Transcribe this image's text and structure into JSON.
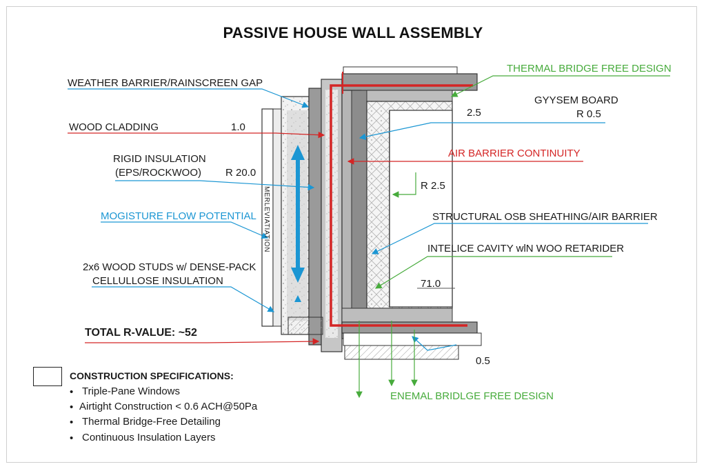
{
  "title": "PASSIVE HOUSE WALL ASSEMBLY",
  "labels": {
    "weather_barrier": "WEATHER BARRIER/RAINSCREEN GAP",
    "wood_cladding": "WOOD CLADDING",
    "wood_cladding_value": "1.0",
    "rigid_insulation_line1": "RIGID INSULATION",
    "rigid_insulation_line2": "(EPS/ROCKWOO)",
    "rigid_insulation_value": "R 20.0",
    "moisture_flow": "MOGISTURE FLOW POTENTIAL",
    "studs_line1": "2x6 WOOD STUDS w/ DENSE-PACK",
    "studs_line2": "CELLULLOSE INSULATION",
    "total_r_value": "TOTAL R-VALUE: ~52",
    "thermal_bridge_top": "THERMAL BRIDGE FREE DESIGN",
    "gypsum_board": "GYYSEM BOARD",
    "gypsum_value": "R 0.5",
    "value_2_5_top": "2.5",
    "air_barrier_continuity": "AIR BARRIER CONTINUITY",
    "value_r_2_5": "R 2.5",
    "structural_osb": "STRUCTURAL OSB SHEATHING/AIR BARRIER",
    "intelice_cavity": "INTELICE CAVITY wlN WOO RETARIDER",
    "value_71": "71.0",
    "value_0_5_bottom": "0.5",
    "thermal_bridge_bottom": "ENEMAL BRIDLGE FREE DESIGN",
    "vertical_label": "MERLEVIATIATION"
  },
  "specifications": {
    "heading": "CONSTRUCTION SPECIFICATIONS:",
    "items": [
      "Triple-Pane Windows",
      "Airtight Construction < 0.6 ACH@50Pa",
      "Thermal Bridge-Free Detailing",
      "Continuous Insulation Layers"
    ],
    "bullet": "•"
  },
  "colors": {
    "red": "#d42525",
    "blue": "#1b96d3",
    "green": "#47ab3c",
    "grey_dark": "#8a8a8a",
    "grey_mid": "#b9b9b9",
    "grey_light": "#dcdcdc"
  }
}
